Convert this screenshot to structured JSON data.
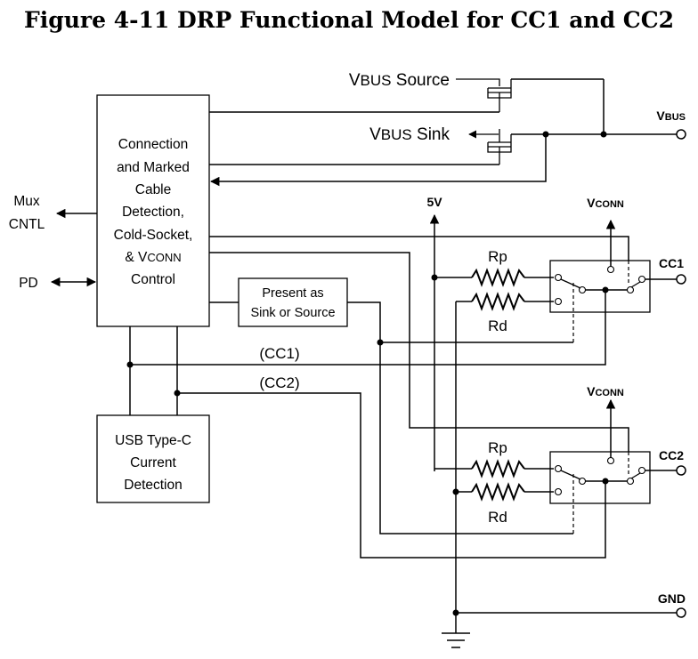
{
  "title": "Figure 4-11  DRP Functional Model for CC1 and CC2",
  "control_block": [
    "Connection",
    "and Marked",
    "Cable",
    "Detection,",
    "Cold-Socket,"
  ],
  "control_block_vconn": {
    "prefix": "& V",
    "smallcaps": "CONN"
  },
  "control_block_last": "Control",
  "present_block": [
    "Present as",
    "Sink or Source"
  ],
  "current_block": [
    "USB Type-C",
    "Current",
    "Detection"
  ],
  "mux_cntl": [
    "Mux",
    "CNTL"
  ],
  "pd": "PD",
  "vbus_source": {
    "v": "V",
    "sc": "BUS",
    "rest": " Source"
  },
  "vbus_sink": {
    "v": "V",
    "sc": "BUS",
    "rest": " Sink"
  },
  "vbus_terminal": {
    "v": "V",
    "sc": "BUS"
  },
  "five_v": "5V",
  "vconn": {
    "v": "V",
    "sc": "CONN"
  },
  "rp": "Rp",
  "rd": "Rd",
  "cc1_line": "(CC1)",
  "cc2_line": "(CC2)",
  "cc1": "CC1",
  "cc2": "CC2",
  "gnd": "GND"
}
